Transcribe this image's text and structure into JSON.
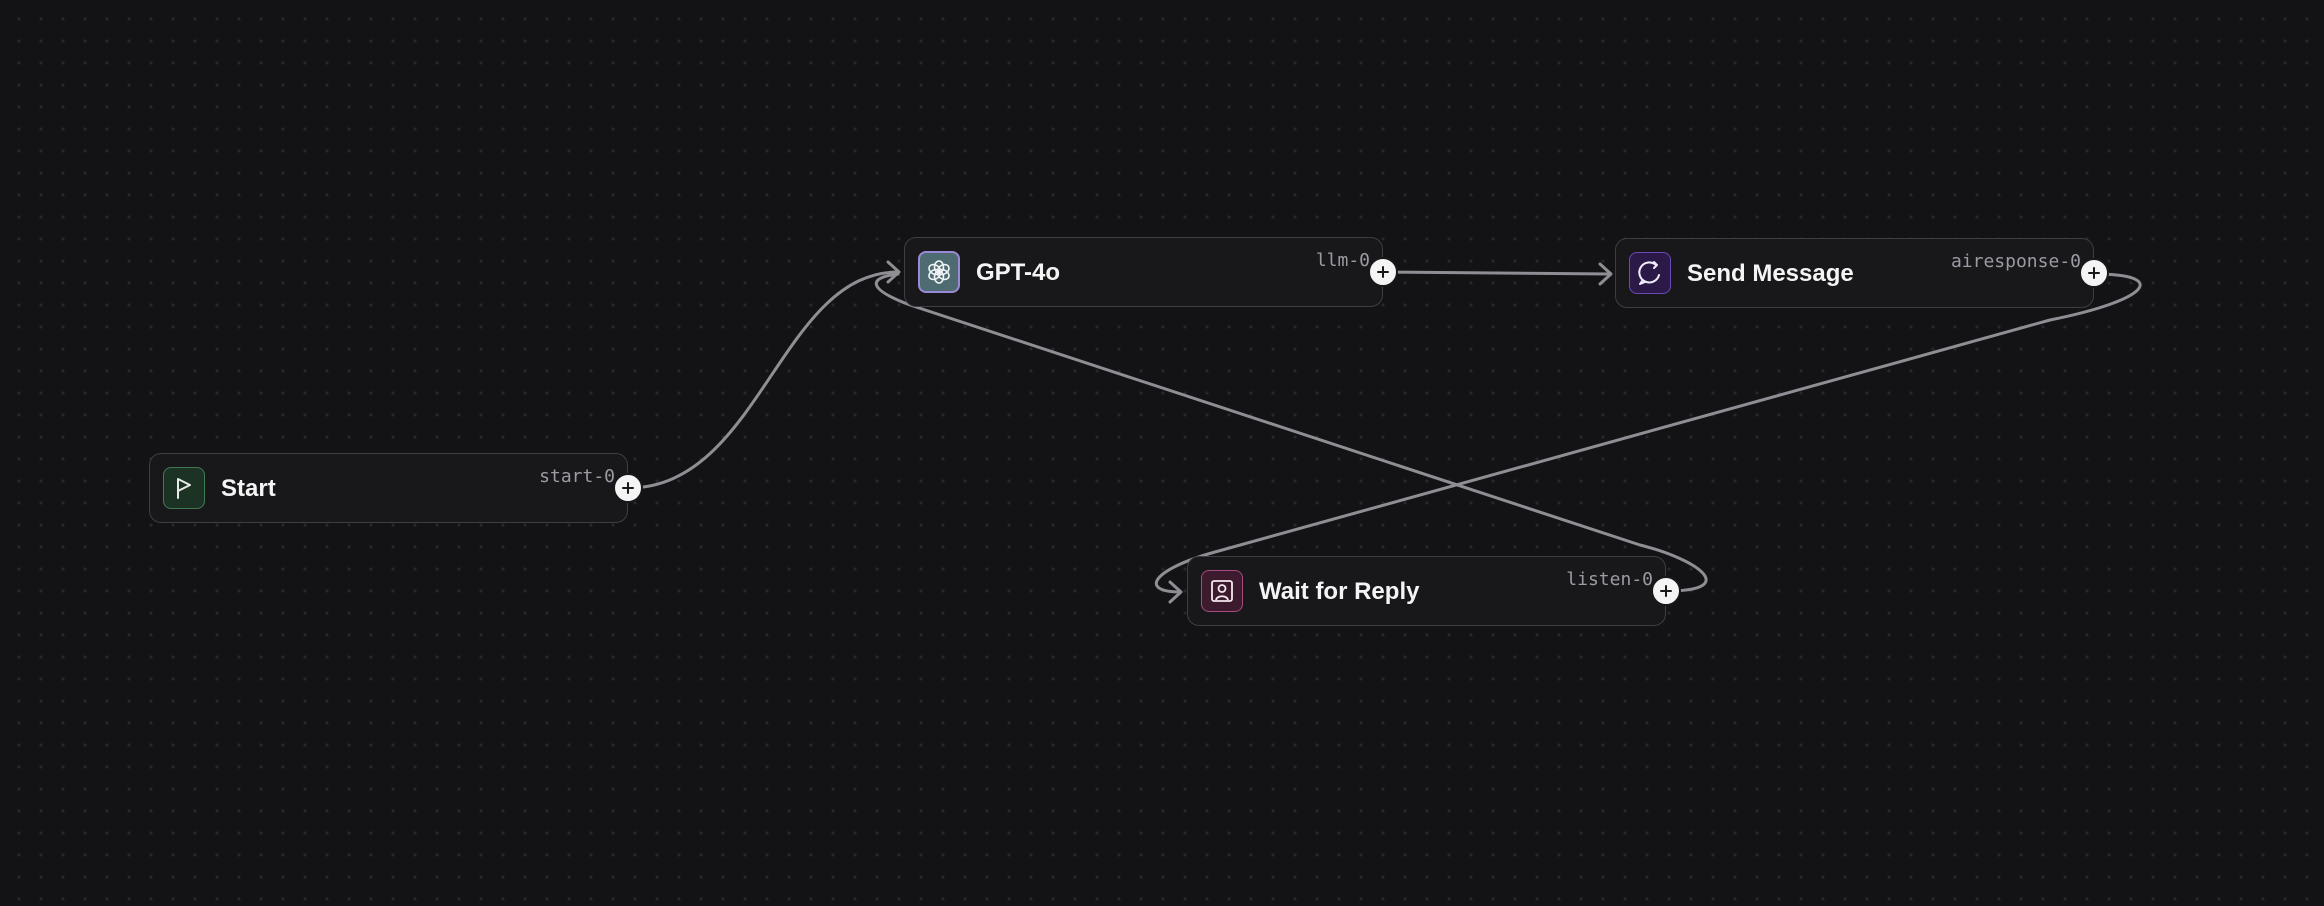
{
  "nodes": {
    "start": {
      "title": "Start",
      "handle": "start-0",
      "icon": "flag-icon"
    },
    "llm": {
      "title": "GPT-4o",
      "handle": "llm-0",
      "icon": "openai-icon"
    },
    "send": {
      "title": "Send Message",
      "handle": "airesponse-0",
      "icon": "chat-bubble-refresh-icon"
    },
    "wait": {
      "title": "Wait for Reply",
      "handle": "listen-0",
      "icon": "user-square-icon"
    }
  },
  "edges": [
    {
      "from": "start-0",
      "to": "GPT-4o"
    },
    {
      "from": "llm-0",
      "to": "Send Message"
    },
    {
      "from": "airesponse-0",
      "to": "Wait for Reply"
    },
    {
      "from": "listen-0",
      "to": "GPT-4o"
    }
  ],
  "colors": {
    "background": "#131316",
    "node_bg": "#18181b",
    "node_border": "#3d3d43",
    "edge": "#8e8e94",
    "text": "#f4f4f5",
    "handle_text": "#9b9ba3"
  }
}
